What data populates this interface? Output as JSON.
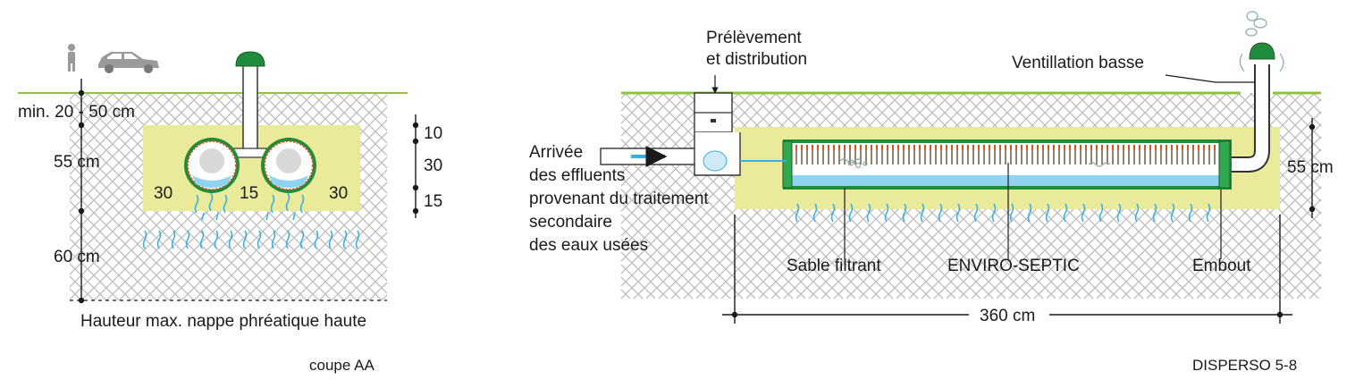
{
  "colors": {
    "soil_hatch": "#b9b9b9",
    "sand": "#eaeb9a",
    "grass": "#8cc63f",
    "vent_cap": "#1e8c3a",
    "water": "#3ab0e2",
    "end_cap": "#2fa84f",
    "pipe_stroke": "#333333"
  },
  "icons": [
    "person-icon",
    "car-icon",
    "vent-cap-icon",
    "flow-arrow-icon",
    "water-drop-icon",
    "wave-icon"
  ],
  "left": {
    "caption": "coupe AA",
    "dim_top": "min. 20 - 50 cm",
    "dim_55": "55 cm",
    "dim_60": "60 cm",
    "right_10": "10",
    "right_30": "30",
    "right_15": "15",
    "inner_30_left": "30",
    "inner_15": "15",
    "inner_30_right": "30",
    "water_table": "Hauteur max. nappe phréatique haute"
  },
  "right": {
    "caption": "DISPERSO 5-8",
    "distribution_1": "Prélèvement",
    "distribution_2": "et distribution",
    "vent": "Ventillation basse",
    "inlet_1": "Arrivée",
    "inlet_2": "des effluents",
    "inlet_3": "provenant du traitement",
    "inlet_4": "secondaire",
    "inlet_5": "des eaux usées",
    "dim_55": "55 cm",
    "sand": "Sable filtrant",
    "pipe": "ENVIRO-SEPTIC",
    "end_cap": "Embout",
    "length": "360 cm"
  }
}
